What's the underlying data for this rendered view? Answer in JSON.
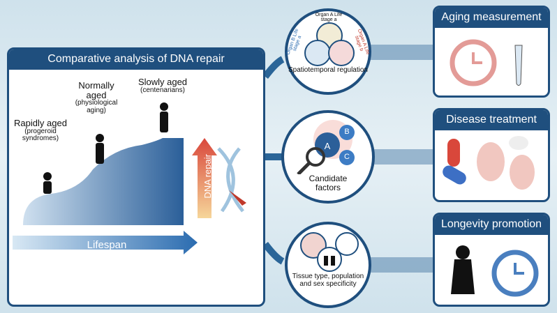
{
  "left_panel": {
    "title": "Comparative analysis of DNA repair",
    "groups": [
      {
        "label": "Rapidly aged",
        "sub": "(progeroid syndromes)"
      },
      {
        "label": "Normally aged",
        "sub": "(physiological aging)"
      },
      {
        "label": "Slowly aged",
        "sub": "(centenarians)"
      }
    ],
    "dna_repair_label": "DNA repair",
    "lifespan_label": "Lifespan"
  },
  "center": {
    "top": {
      "caption": "Spatiotemporal regulation",
      "organ_a_stage_a": "Organ A Life stage a",
      "organ_b_stage_a": "Organ B Life stage a",
      "organ_a_stage_b": "Organ A Life stage b"
    },
    "middle": {
      "caption": "Candidate factors",
      "factors": [
        "A",
        "B",
        "C"
      ]
    },
    "bottom": {
      "caption": "Tissue type, population and sex specificity"
    }
  },
  "right": [
    {
      "title": "Aging measurement"
    },
    {
      "title": "Disease treatment"
    },
    {
      "title": "Longevity promotion"
    }
  ],
  "colors": {
    "navy": "#1f4f7e",
    "red": "#d9534f",
    "blue": "#4a8ccf"
  }
}
